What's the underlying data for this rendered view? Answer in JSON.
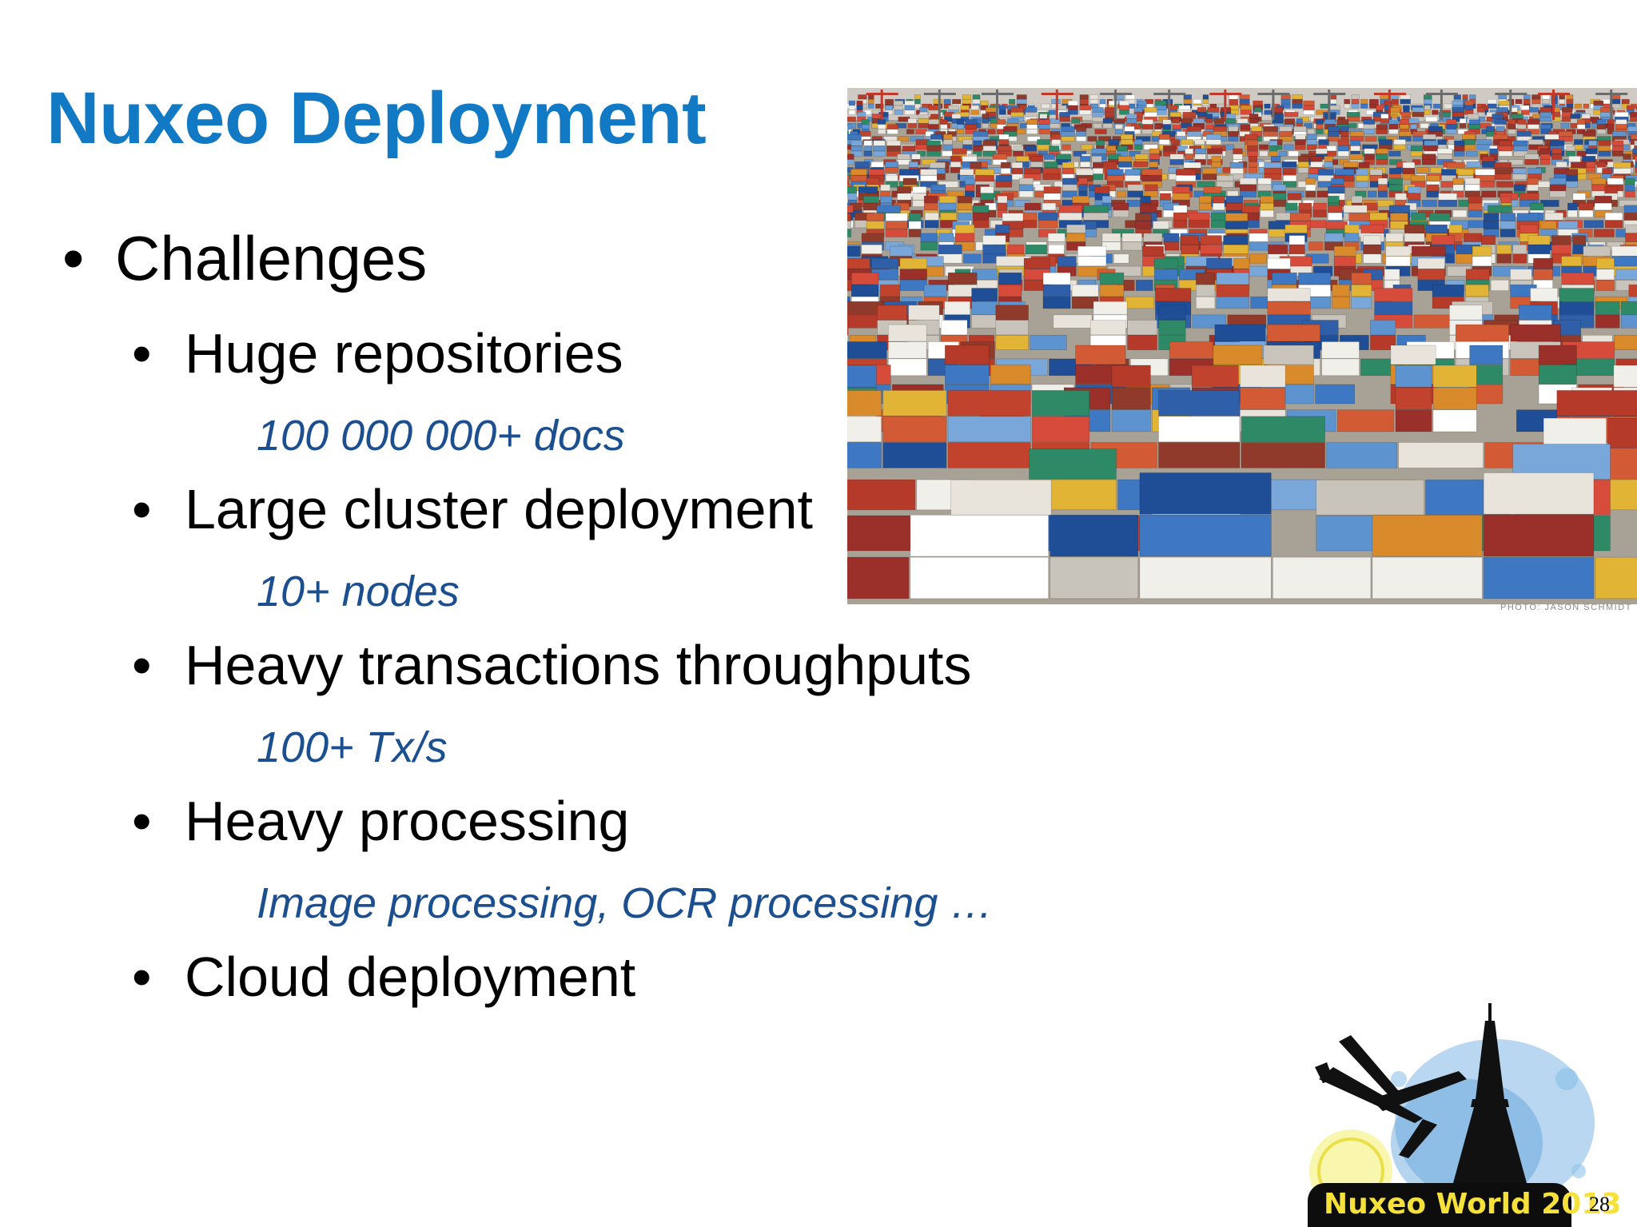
{
  "slide": {
    "title": "Nuxeo Deployment",
    "bullets": [
      {
        "level": 1,
        "text": "Challenges"
      },
      {
        "level": 2,
        "text": "Huge repositories",
        "sub": "100 000 000+ docs"
      },
      {
        "level": 2,
        "text": "Large cluster deployment",
        "sub": "10+ nodes"
      },
      {
        "level": 2,
        "text": "Heavy transactions throughputs",
        "sub": "100+ Tx/s"
      },
      {
        "level": 2,
        "text": "Heavy processing",
        "sub": "Image processing, OCR processing …"
      },
      {
        "level": 2,
        "text": "Cloud deployment"
      }
    ],
    "bullet_char": "•",
    "photo_credit": "PHOTO: JASON SCHMIDT",
    "logo_text": "Nuxeo World 2013",
    "page_number": "28"
  },
  "colors": {
    "title": "#1279c4",
    "sub_text": "#1b4f90",
    "body_text": "#000000",
    "logo_text": "#f6e03a",
    "logo_badge": "#0d0d0d"
  },
  "icons": {
    "photo": "container-port-photo",
    "logo": "nuxeo-world-eiffel-airplane-logo"
  }
}
